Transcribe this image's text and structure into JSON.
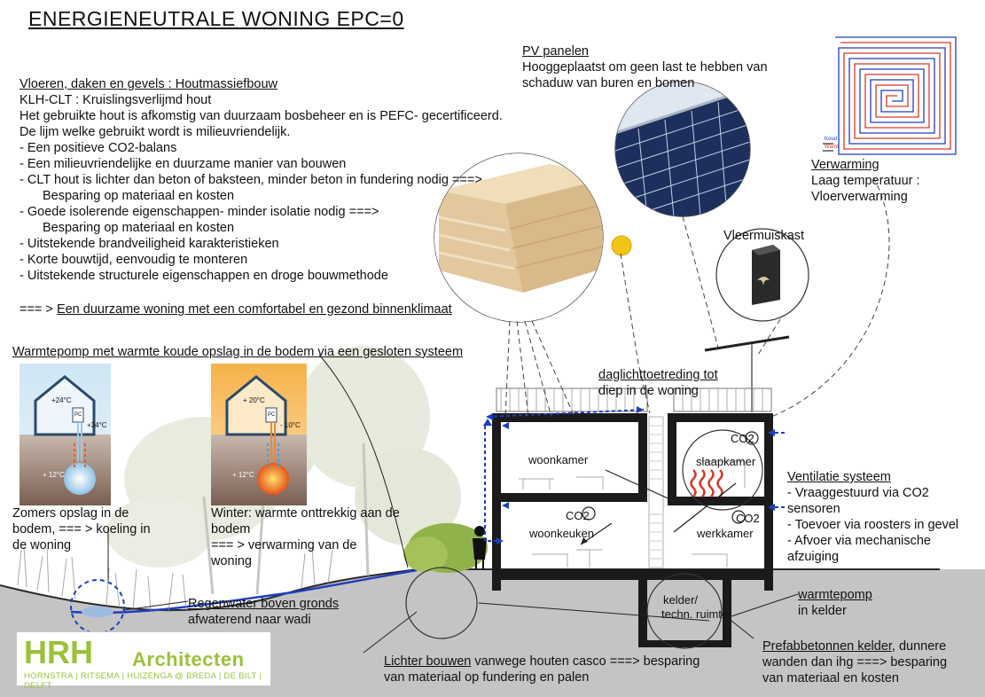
{
  "title": "ENERGIENEUTRALE WONING   EPC=0",
  "wood": {
    "heading": "Vloeren, daken en gevels : Houtmassiefbouw",
    "lines": [
      "KLH-CLT : Kruislingsverlijmd hout",
      "Het gebruikte hout is afkomstig van duurzaam bosbeheer en is PEFC- gecertificeerd.",
      "De lijm welke gebruikt wordt is milieuvriendelijk.",
      "- Een positieve CO2-balans",
      "- Een milieuvriendelijke en duurzame manier van bouwen",
      "- CLT hout is lichter dan beton of baksteen, minder beton in fundering nodig ===>",
      "Besparing op materiaal en kosten",
      "- Goede isolerende eigenschappen- minder isolatie nodig ===>",
      "Besparing op materiaal en kosten",
      "- Uitstekende brandveiligheid karakteristieken",
      "- Korte bouwtijd, eenvoudig te monteren",
      "- Uitstekende structurele eigenschappen en droge bouwmethode"
    ],
    "conclusion_prefix": "=== > ",
    "conclusion": "Een duurzame woning met een comfortabel en gezond binnenklimaat"
  },
  "pv": {
    "heading": "PV panelen",
    "line1": "Hooggeplaatst om geen last te hebben van",
    "line2": "schaduw van buren en bomen"
  },
  "heating": {
    "heading": "Verwarming",
    "line1": "Laag temperatuur :",
    "line2": "Vloerverwarming",
    "koud": "Koud",
    "warm": "Warm"
  },
  "bat": {
    "label": "Vleermuiskast"
  },
  "heatpump": {
    "heading": "Warmtepomp met warmte koude opslag in de bodem via een gesloten systeem",
    "summer": {
      "t_in": "+24°C",
      "t_out": "+34°C",
      "t_ground": "+ 12°C",
      "pc": "PC"
    },
    "winter": {
      "t_in": "+ 20°C",
      "t_out": "- 10°C",
      "t_ground": "+ 12°C",
      "pc": "PC"
    },
    "summer_caption": [
      "Zomers opslag in de",
      "bodem, === > koeling in",
      "de woning"
    ],
    "winter_caption": [
      "Winter: warmte onttrekkig aan de",
      "bodem",
      "=== > verwarming van de",
      "woning"
    ]
  },
  "daylight": {
    "line1": "daglichttoetreding tot",
    "line2": "diep in de woning"
  },
  "rooms": {
    "woonkamer": "woonkamer",
    "slaapkamer": "slaapkamer",
    "woonkeuken": "woonkeuken",
    "werkkamer": "werkkamer",
    "kelder1": "kelder/",
    "kelder2": "techn. ruimte",
    "co2": "CO2"
  },
  "ventilation": {
    "heading": "Ventilatie systeem",
    "lines": [
      "- Vraaggestuurd via CO2",
      "sensoren",
      "- Toevoer via roosters in gevel",
      "- Afvoer via mechanische",
      "afzuiging"
    ]
  },
  "warmtepomp": {
    "line1": "warmtepomp",
    "line2": "in kelder"
  },
  "rain": {
    "line1": "Regenwater boven gronds",
    "line2": "afwaterend naar wadi"
  },
  "prefab": {
    "heading": "Prefabbetonnen kelder",
    "line1_rest": ", dunnere",
    "line2": "wanden dan ihg ===> besparing",
    "line3": "van materiaal en kosten"
  },
  "light": {
    "heading": "Lichter bouwen",
    "line1_rest": " vanwege houten casco ===> besparing",
    "line2": "van materiaal op fundering en palen"
  },
  "logo": {
    "hrh": "HRH",
    "architecten": "Architecten",
    "sub": "HORNSTRA | RITSEMA | HUIZENGA @ BREDA | DE BILT | DELFT"
  },
  "colors": {
    "accent_blue": "#1f3fbf",
    "logo_green": "#9cc13a",
    "sun": "#f2c418",
    "heat_red": "#d63a2a"
  }
}
